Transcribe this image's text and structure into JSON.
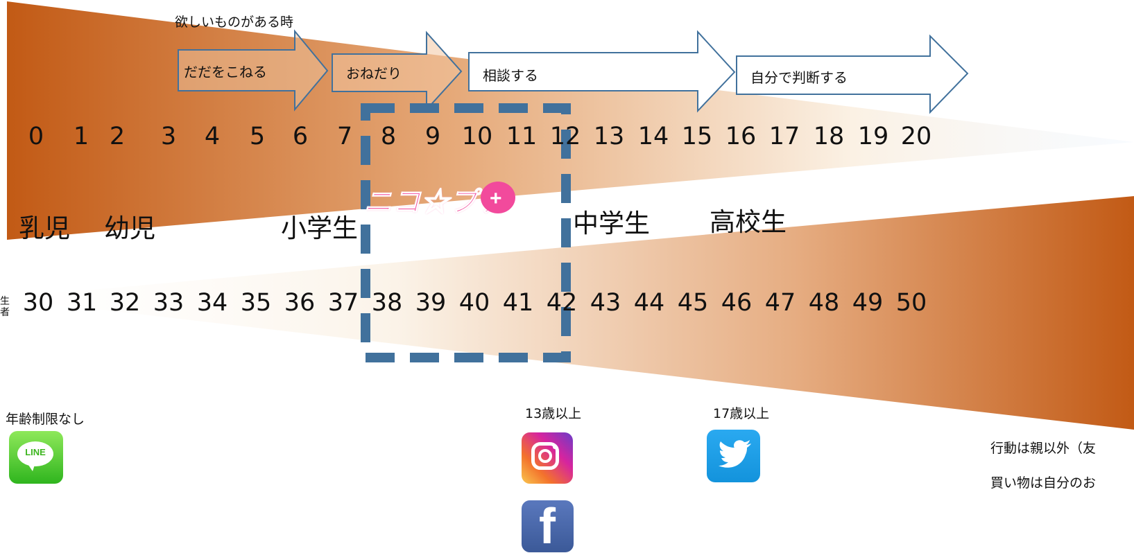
{
  "top_caption": "欲しいものがある時",
  "arrows": [
    {
      "label": "だだをこねる"
    },
    {
      "label": "おねだり"
    },
    {
      "label": "相談する"
    },
    {
      "label": "自分で判断する"
    }
  ],
  "child_ages": [
    "0",
    "1",
    "2",
    "3",
    "4",
    "5",
    "6",
    "7",
    "8",
    "9",
    "10",
    "11",
    "12",
    "13",
    "14",
    "15",
    "16",
    "17",
    "18",
    "19",
    "20"
  ],
  "parent_ages": [
    "30",
    "31",
    "32",
    "33",
    "34",
    "35",
    "36",
    "37",
    "38",
    "39",
    "40",
    "41",
    "42",
    "43",
    "44",
    "45",
    "46",
    "47",
    "48",
    "49",
    "50"
  ],
  "stages": {
    "infant": "乳児",
    "toddler": "幼児",
    "elementary": "小学生",
    "junior_high": "中学生",
    "high_school": "高校生"
  },
  "left_edge_glyphs": [
    "生",
    "者"
  ],
  "logo_text": "ニコ☆プチ",
  "apps": {
    "line": {
      "caption": "年齢制限なし",
      "icon_text": "LINE",
      "icon": "line-icon"
    },
    "instagram": {
      "caption": "13歳以上",
      "icon": "instagram-icon"
    },
    "twitter": {
      "caption": "17歳以上",
      "icon": "twitter-icon"
    },
    "facebook": {
      "icon": "facebook-icon"
    }
  },
  "notes": [
    "行動は親以外（友",
    "買い物は自分のお"
  ],
  "colors": {
    "child_wedge": "#c25a15",
    "parent_wedge": "#c25a15",
    "arrow_stroke": "#41719c",
    "dashed_box": "#41719c"
  }
}
